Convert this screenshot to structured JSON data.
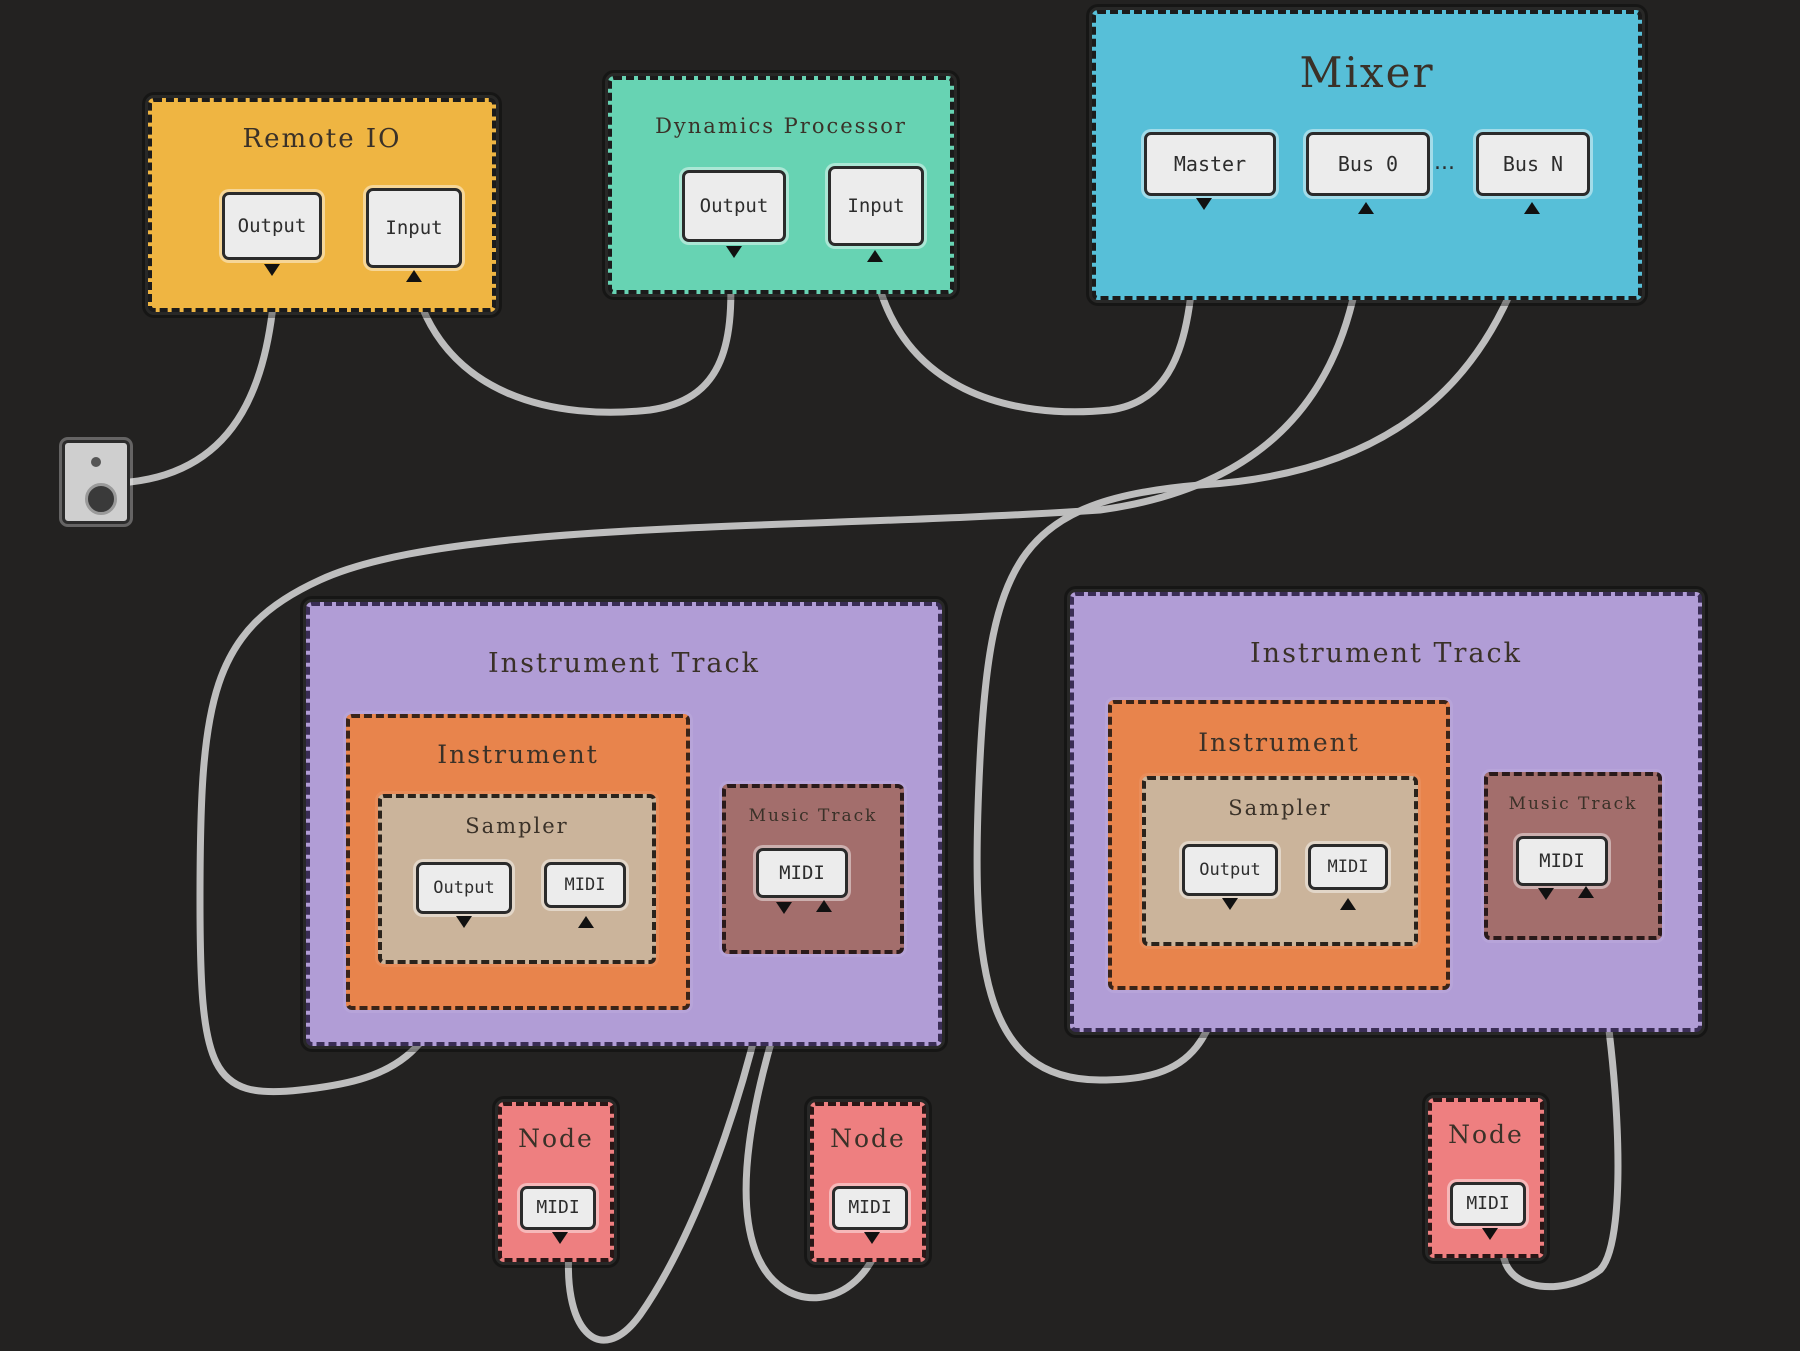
{
  "nodes": {
    "remote_io": {
      "title": "Remote IO",
      "ports": [
        "Output",
        "Input"
      ]
    },
    "dynamics": {
      "title": "Dynamics Processor",
      "ports": [
        "Output",
        "Input"
      ]
    },
    "mixer": {
      "title": "Mixer",
      "ports": [
        "Master",
        "Bus 0",
        "Bus N"
      ],
      "ellipsis": "..."
    },
    "track_left": {
      "title": "Instrument Track",
      "instrument": "Instrument",
      "sampler": "Sampler",
      "sampler_ports": [
        "Output",
        "MIDI"
      ],
      "music_track": "Music Track",
      "music_port": "MIDI"
    },
    "track_right": {
      "title": "Instrument Track",
      "instrument": "Instrument",
      "sampler": "Sampler",
      "sampler_ports": [
        "Output",
        "MIDI"
      ],
      "music_track": "Music Track",
      "music_port": "MIDI"
    },
    "midi_nodes": [
      {
        "title": "Node",
        "port": "MIDI"
      },
      {
        "title": "Node",
        "port": "MIDI"
      },
      {
        "title": "Node",
        "port": "MIDI"
      }
    ]
  },
  "icons": {
    "speaker": "speaker-icon"
  },
  "colors": {
    "background": "#232221",
    "remote_io": "#efb542",
    "dynamics": "#67d3b3",
    "mixer": "#57bfd8",
    "instrument_track": "#b19dd6",
    "instrument": "#e8844c",
    "sampler": "#cbb49b",
    "music_track": "#a36e6c",
    "node": "#ee7f80",
    "cable": "#d8d8d8"
  }
}
